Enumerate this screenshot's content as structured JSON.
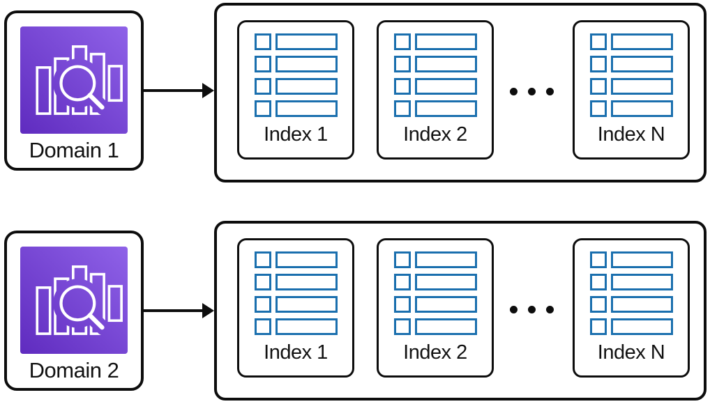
{
  "diagram": {
    "colors": {
      "outline": "#0d0d0d",
      "index_icon_blue": "#1a6fae",
      "domain_icon_gradient_start": "#5f2bbf",
      "domain_icon_gradient_end": "#8f62e8",
      "icon_glyph": "#ffffff",
      "background": "#ffffff"
    },
    "rows": [
      {
        "domain": {
          "label": "Domain 1",
          "icon": "opensearch-domain-icon"
        },
        "arrow_icon": "arrow-right-icon",
        "index_group": {
          "ellipsis_icon": "ellipsis-icon",
          "indexes": [
            {
              "label": "Index 1",
              "icon": "index-table-icon"
            },
            {
              "label": "Index 2",
              "icon": "index-table-icon"
            },
            {
              "label": "Index N",
              "icon": "index-table-icon"
            }
          ]
        }
      },
      {
        "domain": {
          "label": "Domain 2",
          "icon": "opensearch-domain-icon"
        },
        "arrow_icon": "arrow-right-icon",
        "index_group": {
          "ellipsis_icon": "ellipsis-icon",
          "indexes": [
            {
              "label": "Index 1",
              "icon": "index-table-icon"
            },
            {
              "label": "Index 2",
              "icon": "index-table-icon"
            },
            {
              "label": "Index N",
              "icon": "index-table-icon"
            }
          ]
        }
      }
    ]
  }
}
